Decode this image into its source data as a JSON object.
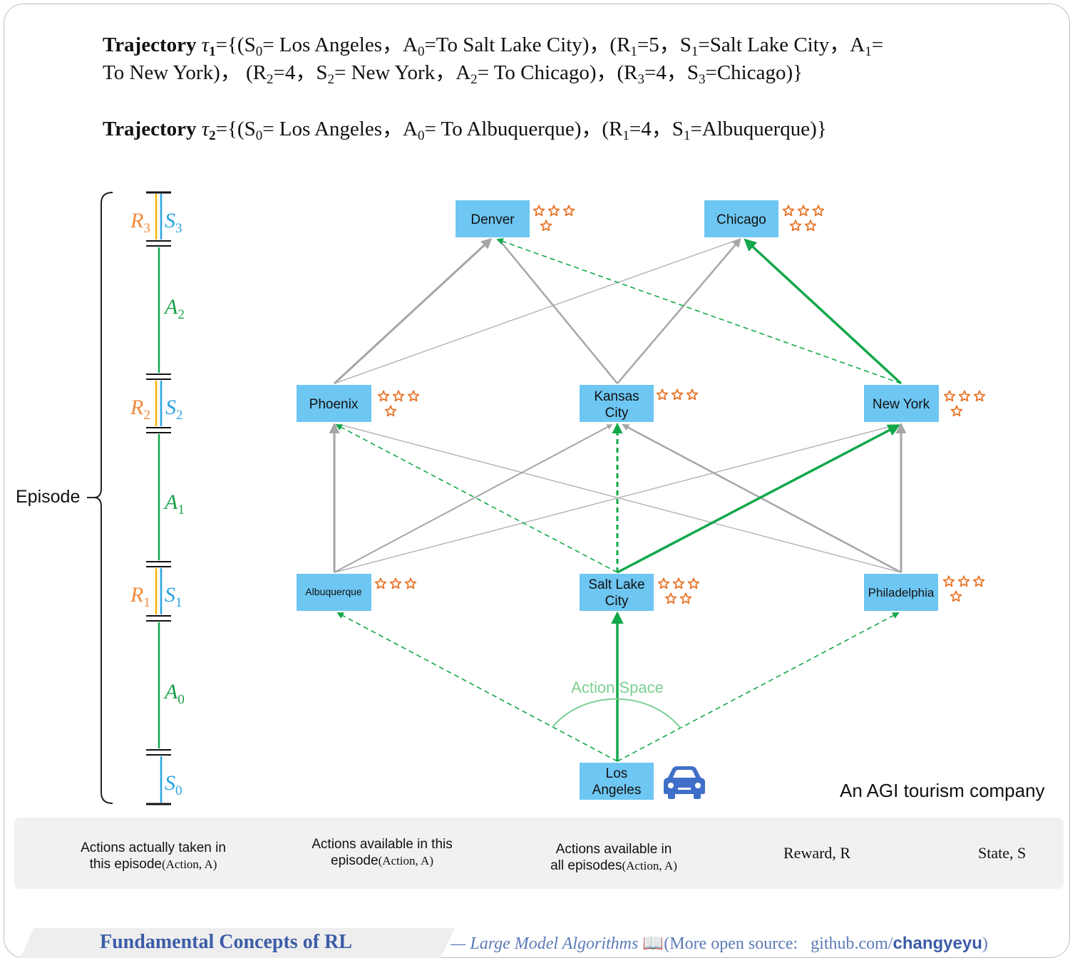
{
  "trajectory1": {
    "label": "Trajectory",
    "symbol": "τ",
    "sub": "1",
    "line1_a": "={(S",
    "line1_b": "= Los Angeles，A",
    "line1_c": "=To Salt Lake City)，(R",
    "line1_d": "=5，S",
    "line1_e": "=Salt Lake City，A",
    "line1_f": "=",
    "line2_a": "To New York)， (R",
    "line2_b": "=4，S",
    "line2_c": "= New York，A",
    "line2_d": "= To Chicago)，(R",
    "line2_e": "=4，S",
    "line2_f": "=Chicago)}"
  },
  "trajectory2": {
    "label": "Trajectory",
    "symbol": "τ",
    "sub": "2",
    "a": "={(S",
    "b": "= Los Angeles，A",
    "c": "= To Albuquerque)，(R",
    "d": "=4，S",
    "e": "=Albuquerque)}"
  },
  "subs": {
    "s0": "0",
    "s1": "1",
    "s2": "2",
    "s3": "3"
  },
  "episode": {
    "label": "Episode",
    "r3": "R",
    "s3": "S",
    "a2": "A",
    "r2": "R",
    "s2": "S",
    "a1": "A",
    "r1": "R",
    "s1": "S",
    "a0": "A",
    "s0": "S"
  },
  "nodes": {
    "denver": "Denver",
    "chicago": "Chicago",
    "phoenix": "Phoenix",
    "kansas_1": "Kansas",
    "kansas_2": "City",
    "newyork": "New York",
    "albuquerque": "Albuquerque",
    "saltlake_1": "Salt Lake",
    "saltlake_2": "City",
    "philadelphia": "Philadelphia",
    "losangeles_1": "Los",
    "losangeles_2": "Angeles"
  },
  "action_space": "Action Space",
  "company": "An AGI tourism company",
  "legend": {
    "taken_1": "Actions actually taken in",
    "taken_2": "this episode",
    "taken_s": "(Action, A)",
    "avail_1": "Actions available in this",
    "avail_2": "episode",
    "avail_s": "(Action, A)",
    "all_1": "Actions available in",
    "all_2": "all episodes",
    "all_s": "(Action, A)",
    "reward": "Reward, R",
    "state": "State, S"
  },
  "footer": {
    "title": "Fundamental Concepts of RL",
    "sub_a": "— Large Model Algorithms",
    "book": "📖",
    "sub_b": "(More open source:",
    "link_a": "github.com/",
    "link_b": "changyeyu",
    "sub_c": ")"
  },
  "colors": {
    "state": "#6ec6f2",
    "green": "#12a84a",
    "gray": "#a6a6a6",
    "reward": "#e8752a",
    "reward_text": "#f0893c",
    "state_text": "#29a3e0",
    "action_text": "#1aa04a",
    "footer_title": "#3c5ca8"
  },
  "icons": {
    "reward": "star-outline-icon",
    "car": "car-icon",
    "book": "book-icon"
  }
}
